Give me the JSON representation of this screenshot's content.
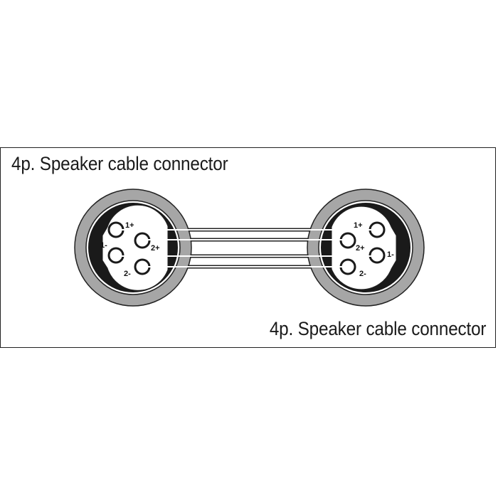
{
  "diagram": {
    "title_left": "4p. Speaker cable connector",
    "title_right": "4p. Speaker cable connector",
    "colors": {
      "outline": "#222222",
      "ring_gray": "#a6a6a6",
      "ring_dark": "#1a1a1a",
      "background": "#ffffff"
    },
    "left_connector": {
      "pins": [
        {
          "id": "1+",
          "label": "1+"
        },
        {
          "id": "2+",
          "label": "2+"
        },
        {
          "id": "1-",
          "label": "1-"
        },
        {
          "id": "2-",
          "label": "2-"
        }
      ]
    },
    "right_connector": {
      "pins": [
        {
          "id": "1+",
          "label": "1+"
        },
        {
          "id": "2+",
          "label": "2+"
        },
        {
          "id": "1-",
          "label": "1-"
        },
        {
          "id": "2-",
          "label": "2-"
        }
      ]
    },
    "wires": [
      {
        "from": "1+",
        "to": "1+"
      },
      {
        "from": "2+",
        "to": "2+"
      },
      {
        "from": "1-",
        "to": "1-"
      },
      {
        "from": "2-",
        "to": "2-"
      }
    ]
  }
}
